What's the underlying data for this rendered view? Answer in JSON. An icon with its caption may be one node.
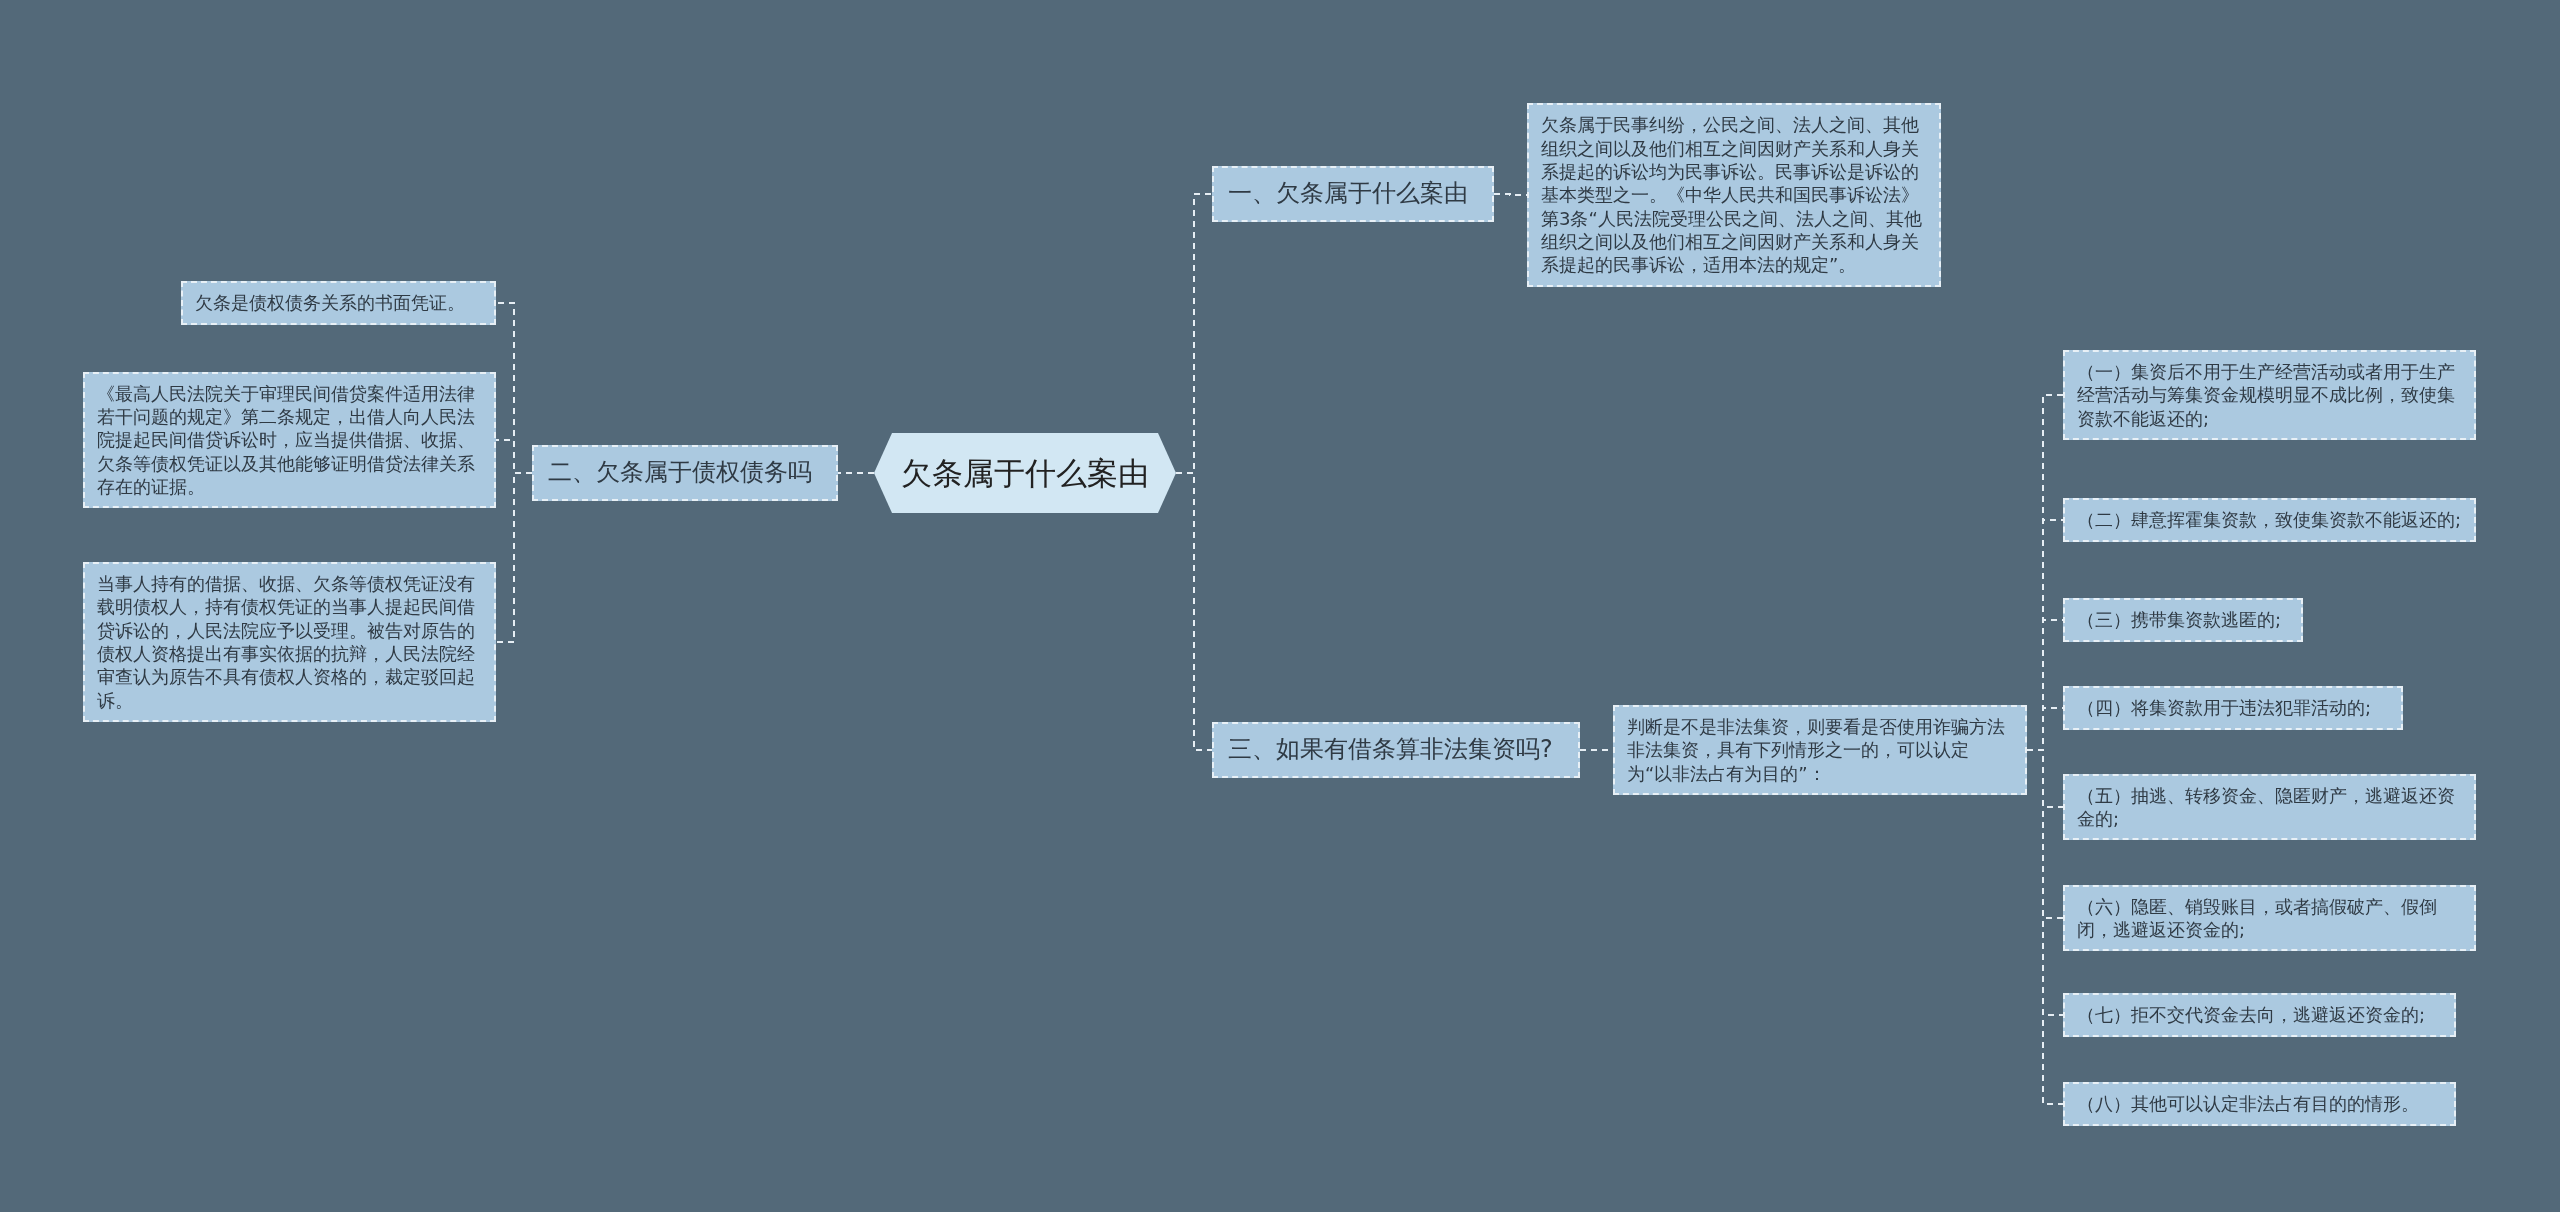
{
  "diagram": {
    "nodes": [
      {
        "text": [
          "欠条属于什么案由"
        ]
      },
      {
        "text": [
          "一、欠条属于什么案由"
        ]
      },
      {
        "text": [
          "欠条属于民事纠纷，公民之间、法人之间、其他组织之间以及他们相互之间因财产关系和人身关系提起的诉讼均为民事诉讼。民事诉讼是诉讼的基本类型之一。《中华人民共和国民事诉讼法》第3条“人民法院受理公民之间、法人之间、其他组织之间以及他们相互之间因财产关系和人身关系提起的民事诉讼，适用本法的规定”。"
        ]
      },
      {
        "text": [
          "二、欠条属于债权债务吗"
        ]
      },
      {
        "text": [
          "欠条是债权债务关系的书面凭证。"
        ]
      },
      {
        "text": [
          "《最高人民法院关于审理民间借贷案件适用法律若干问题的规定》第二条规定，出借人向人民法院提起民间借贷诉讼时，应当提供借据、收据、欠条等债权凭证以及其他能够证明借贷法律关系存在的证据。"
        ]
      },
      {
        "text": [
          "当事人持有的借据、收据、欠条等债权凭证没有载明债权人，持有债权凭证的当事人提起民间借贷诉讼的，人民法院应予以受理。被告对原告的债权人资格提出有事实依据的抗辩，人民法院经审查认为原告不具有债权人资格的，裁定驳回起诉。"
        ]
      },
      {
        "text": [
          "三、如果有借条算非法集资吗?"
        ]
      },
      {
        "text": [
          "判断是不是非法集资，则要看是否使用诈骗方法非法集资，具有下列情形之一的，可以认定为“以非法占有为目的”："
        ]
      },
      {
        "text": [
          "（一）集资后不用于生产经营活动或者用于生产经营活动与筹集资金规模明显不成比例，致使集资款不能返还的;"
        ]
      },
      {
        "text": [
          "（二）肆意挥霍集资款，致使集资款不能返还的;"
        ]
      },
      {
        "text": [
          "（三）携带集资款逃匿的;"
        ]
      },
      {
        "text": [
          "（四）将集资款用于违法犯罪活动的;"
        ]
      },
      {
        "text": [
          "（五）抽逃、转移资金、隐匿财产，逃避返还资金的;"
        ]
      },
      {
        "text": [
          "（六）隐匿、销毁账目，或者搞假破产、假倒闭，逃避返还资金的;"
        ]
      },
      {
        "text": [
          "（七）拒不交代资金去向，逃避返还资金的;"
        ]
      },
      {
        "text": [
          "（八）其他可以认定非法占有目的的情形。"
        ]
      }
    ],
    "edges": [
      {
        "from": 0,
        "to": 1,
        "arrow": "none"
      },
      {
        "from": 1,
        "to": 2,
        "arrow": "none"
      },
      {
        "from": 0,
        "to": 3,
        "arrow": "none"
      },
      {
        "from": 3,
        "to": 4,
        "arrow": "none"
      },
      {
        "from": 3,
        "to": 5,
        "arrow": "none"
      },
      {
        "from": 3,
        "to": 6,
        "arrow": "none"
      },
      {
        "from": 0,
        "to": 7,
        "arrow": "none"
      },
      {
        "from": 7,
        "to": 8,
        "arrow": "none"
      },
      {
        "from": 8,
        "to": 9,
        "arrow": "none"
      },
      {
        "from": 8,
        "to": 10,
        "arrow": "none"
      },
      {
        "from": 8,
        "to": 11,
        "arrow": "none"
      },
      {
        "from": 8,
        "to": 12,
        "arrow": "none"
      },
      {
        "from": 8,
        "to": 13,
        "arrow": "none"
      },
      {
        "from": 8,
        "to": 14,
        "arrow": "none"
      },
      {
        "from": 8,
        "to": 15,
        "arrow": "none"
      },
      {
        "from": 8,
        "to": 16,
        "arrow": "none"
      }
    ]
  }
}
